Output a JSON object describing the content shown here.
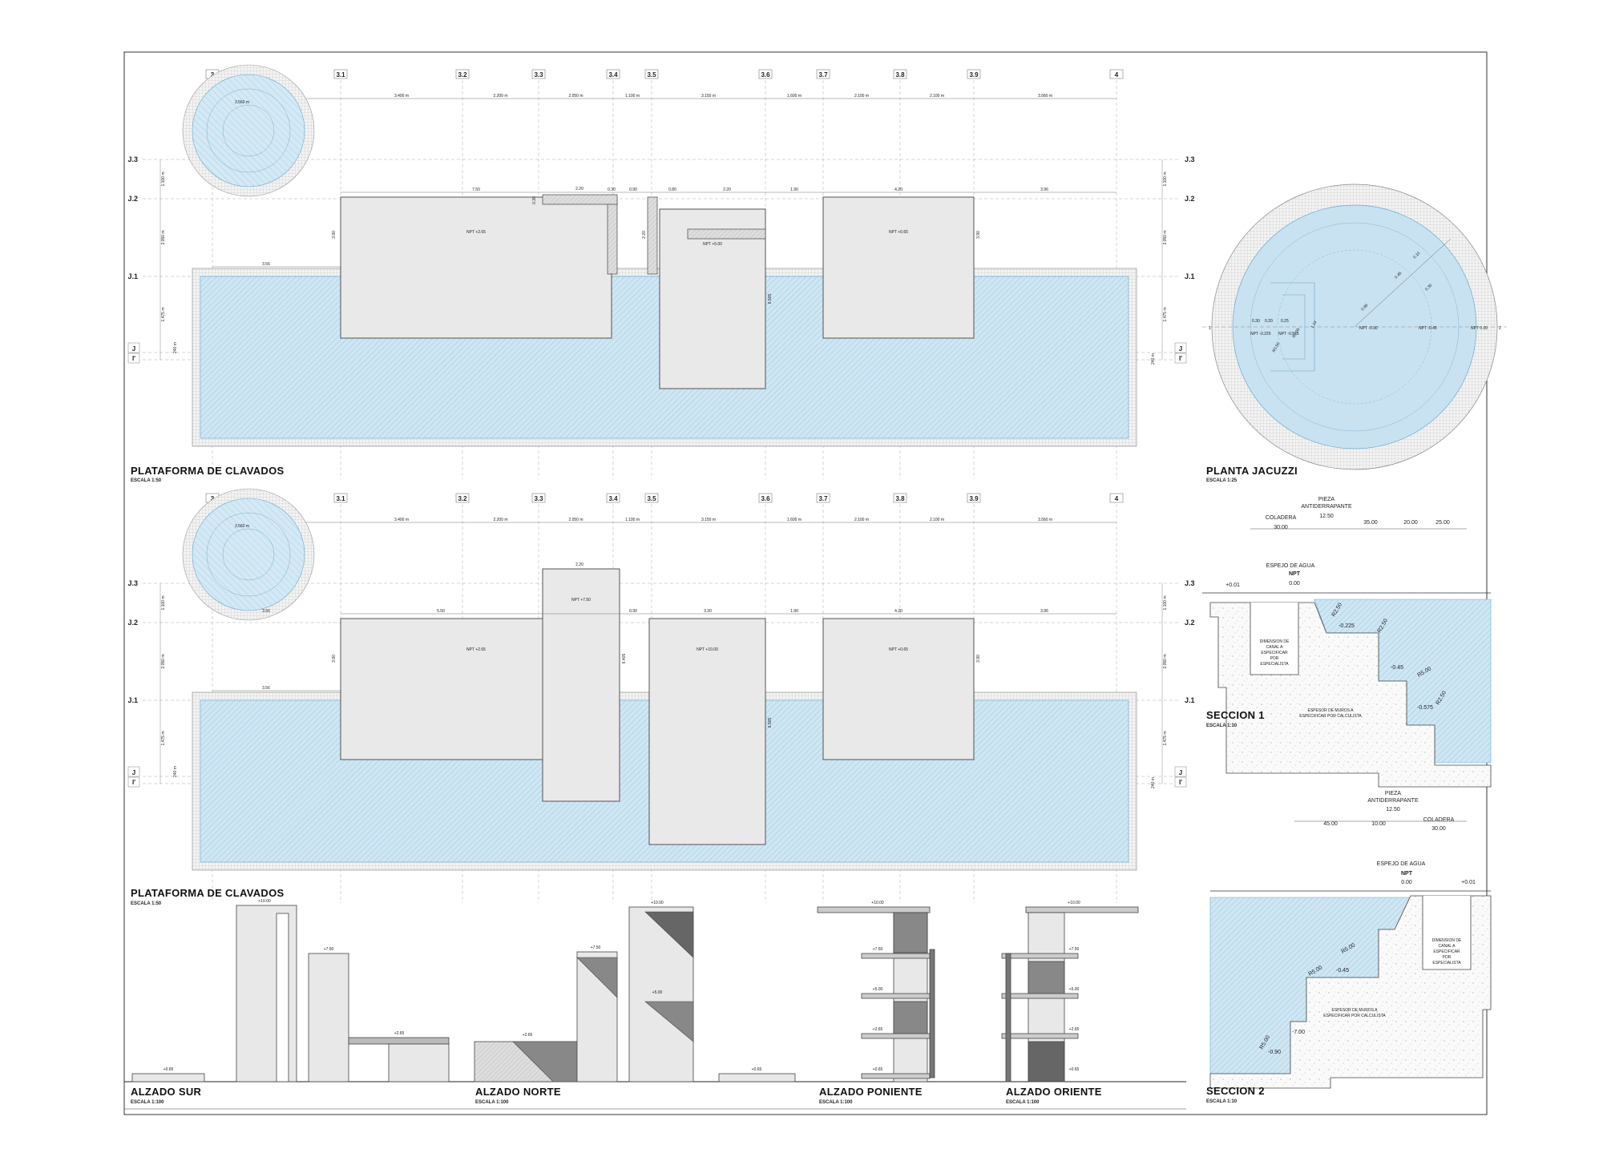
{
  "grid_columns": [
    "3",
    "3.1",
    "3.2",
    "3.3",
    "3.4",
    "3.5",
    "3.6",
    "3.7",
    "3.8",
    "3.9",
    "4"
  ],
  "grid_rows": [
    "J.3",
    "J.2",
    "J.1",
    "J",
    "I'"
  ],
  "column_spacings": [
    "3.560 m",
    "3.400 m",
    "2.200 m",
    "2.050 m",
    "1.100 m",
    "3.150 m",
    "1.600 m",
    "2.100 m",
    "2.100 m",
    "3.560 m"
  ],
  "plan1": {
    "title": "PLATAFORMA DE CLAVADOS",
    "scale": "ESCALA 1:50",
    "top_dims": [
      "7.50",
      "0.30",
      "0.90",
      "0.80",
      "2.20",
      "1.90",
      "4.20",
      "3.96"
    ],
    "side_dims": [
      "1.100 m",
      "2.050 m",
      "1.475 m",
      "240 m"
    ],
    "left_dim": "3.56",
    "small_bar_dim": "2.20",
    "small_bar_height": "0.30",
    "platform_dims": [
      "3.90",
      "2.20",
      "6.505",
      "3.90"
    ],
    "levels": [
      "NPT +2.65",
      "NPT +5.00",
      "NPT +0.65"
    ]
  },
  "plan2": {
    "title": "PLATAFORMA DE CLAVADOS",
    "scale": "ESCALA 1:50",
    "top_dims": [
      "5.50",
      "0.90",
      "3.30",
      "1.90",
      "4.20",
      "3.96"
    ],
    "left_dim": "3.56",
    "bar_dim": "2.20",
    "platform_dims": [
      "3.90",
      "6.405",
      "6.505",
      "3.90"
    ],
    "levels": [
      "NPT +2.65",
      "NPT +7.50",
      "NPT +10.00",
      "NPT +0.65"
    ]
  },
  "jacuzzi": {
    "title": "PLANTA JACUZZI",
    "scale": "ESCALA 1:25",
    "labels": [
      "0.30",
      "0.20",
      "0.25",
      "1.14",
      "0.45",
      "0.10",
      "0.30",
      "0.69",
      "R0.50",
      "R0.05",
      "NPT -0.225",
      "NPT -0.575",
      "NPT -0.90",
      "NPT -0.45",
      "NPT 0.00"
    ]
  },
  "seccion1": {
    "title": "SECCION 1",
    "scale": "ESCALA 1:10",
    "dims": [
      "COLADERA",
      "30.00",
      "PIEZA",
      "ANTIDERRAPANTE",
      "12.50",
      "35.00",
      "20.00",
      "25.00"
    ],
    "water": [
      "ESPEJO DE AGUA",
      "NPT",
      "0.00"
    ],
    "levels": [
      "+0.01",
      "-0.225",
      "-0.45",
      "-0.575"
    ],
    "radii": [
      "R2.50",
      "R2.50",
      "R5.00",
      "R2.50"
    ],
    "channel_note": [
      "DIMENSION DE",
      "CANAL A",
      "ESPECIFICAR",
      "POR",
      "ESPECIALISTA"
    ],
    "wall_note": [
      "ESPESOR DE MUROS A",
      "ESPECIFICAR POR CALCULISTA"
    ]
  },
  "seccion2": {
    "title": "SECCION 2",
    "scale": "ESCALA 1:10",
    "dims": [
      "PIEZA",
      "ANTIDERRAPANTE",
      "12.50",
      "45.00",
      "10.00",
      "COLADERA",
      "30.00"
    ],
    "water": [
      "ESPEJO DE AGUA",
      "NPT",
      "0.00"
    ],
    "levels": [
      "+0.01",
      "-0.45",
      "-7.00",
      "-0.90"
    ],
    "radii": [
      "R5.00",
      "R5.00",
      "R5.00"
    ],
    "channel_note": [
      "DIMENSION DE",
      "CANAL A",
      "ESPECIFICAR",
      "POR",
      "ESPECIALISTA"
    ],
    "wall_note": [
      "ESPESOR DE MUROS A",
      "ESPECIFICAR POR CALCULISTA"
    ]
  },
  "elevations": [
    {
      "title": "ALZADO SUR",
      "scale": "ESCALA 1:100",
      "levels": [
        "+10.00",
        "+7.50",
        "+2.65",
        "+0.65"
      ]
    },
    {
      "title": "ALZADO NORTE",
      "scale": "ESCALA 1:100",
      "levels": [
        "+10.00",
        "+7.50",
        "+5.00",
        "+2.65",
        "+0.65"
      ]
    },
    {
      "title": "ALZADO PONIENTE",
      "scale": "ESCALA 1:100",
      "levels": [
        "+10.00",
        "+7.50",
        "+5.00",
        "+2.65",
        "+0.65"
      ]
    },
    {
      "title": "ALZADO ORIENTE",
      "scale": "ESCALA 1:100",
      "levels": [
        "+10.00",
        "+7.50",
        "+5.00",
        "+2.65",
        "+0.65"
      ]
    }
  ],
  "colors": {
    "water": "#c9e3f1",
    "hatch": "#7fb7d6",
    "platform": "#e8e8e8",
    "line": "#555555"
  }
}
